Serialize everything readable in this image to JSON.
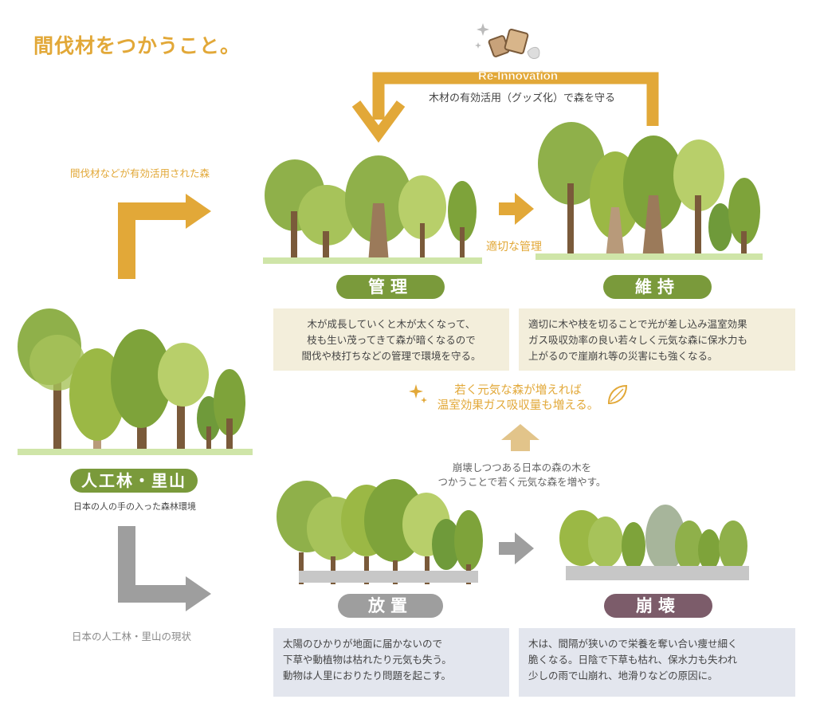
{
  "title": "間伐材をつかうこと。",
  "cycle": {
    "label": "Re-Innovation",
    "caption": "木材の有効活用（グッズ化）で森を守る"
  },
  "left": {
    "top_caption": "間伐材などが有効活用された森",
    "satoyama_label": "人工林・里山",
    "satoyama_caption": "日本の人の手の入った森林環境",
    "bottom_caption": "日本の人工林・里山の現状"
  },
  "top_row": {
    "arrow_label": "適切な管理",
    "kanri": {
      "label": "管理",
      "lines": [
        "木が成長していくと木が太くなって、",
        "枝も生い茂ってきて森が暗くなるので",
        "間伐や枝打ちなどの管理で環境を守る。"
      ]
    },
    "iji": {
      "label": "維持",
      "lines": [
        "適切に木や枝を切ることで光が差し込み温室効果",
        "ガス吸収効率の良い若々しく元気な森に保水力も",
        "上がるので崖崩れ等の災害にも強くなる。"
      ]
    }
  },
  "center": {
    "message_lines": [
      "若く元気な森が増えれば",
      "温室効果ガス吸収量も増える。"
    ],
    "decline_lines": [
      "崩壊しつつある日本の森の木を",
      "つかうことで若く元気な森を増やす。"
    ]
  },
  "bottom_row": {
    "houchi": {
      "label": "放置",
      "lines": [
        "太陽のひかりが地面に届かないので",
        "下草や動植物は枯れたり元気も失う。",
        "動物は人里におりたり問題を起こす。"
      ]
    },
    "houkai": {
      "label": "崩壊",
      "lines": [
        "木は、間隔が狭いので栄養を奪い合い痩せ細く",
        "脆くなる。日陰で下草も枯れ、保水力も失われ",
        "少しの雨で山崩れ、地滑りなどの原因に。"
      ]
    }
  },
  "colors": {
    "accent": "#e2a838",
    "green_pill": "#7a9a3b",
    "gray_pill": "#9e9e9e",
    "plum_pill": "#7c5c6a",
    "cream_box": "#f3eedb",
    "blue_box": "#e3e6ee"
  }
}
